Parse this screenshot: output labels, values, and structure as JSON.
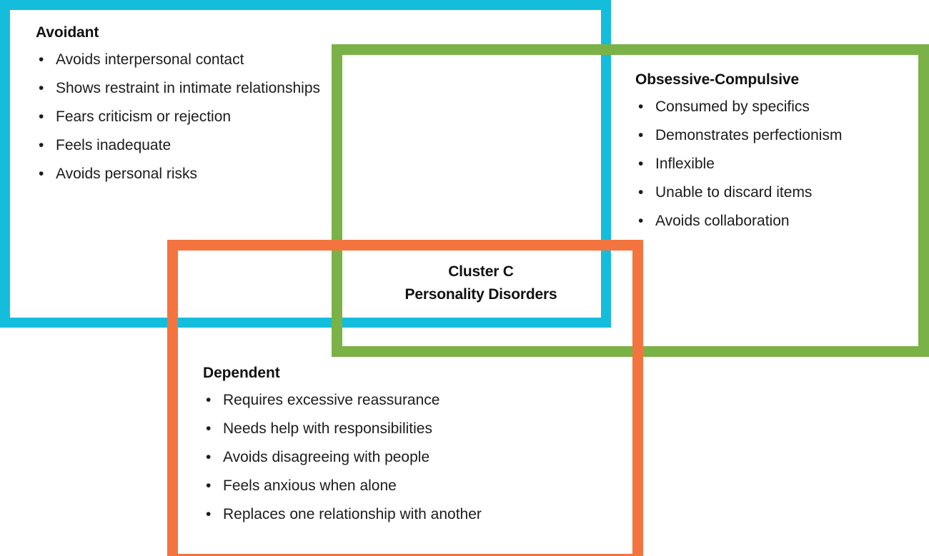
{
  "diagram": {
    "title": "Cluster C Personality Disorders",
    "type": "three-rectangle-venn",
    "center_label": {
      "line1": "Cluster C",
      "line2": "Personality Disorders"
    },
    "colors": {
      "avoidant_border": "#14bddc",
      "obsessive_compulsive_border": "#7ab248",
      "dependent_border": "#f4743f",
      "background": "#ffffff",
      "text": "#1a1a1a"
    },
    "groups": [
      {
        "id": "avoidant",
        "heading": "Avoidant",
        "color": "#14bddc",
        "items": [
          "Avoids interpersonal contact",
          "Shows restraint in intimate relationships",
          "Fears criticism or rejection",
          "Feels inadequate",
          "Avoids personal risks"
        ]
      },
      {
        "id": "obsessive-compulsive",
        "heading": "Obsessive-Compulsive",
        "color": "#7ab248",
        "items": [
          "Consumed by specifics",
          "Demonstrates perfectionism",
          "Inflexible",
          "Unable to discard items",
          "Avoids collaboration"
        ]
      },
      {
        "id": "dependent",
        "heading": "Dependent",
        "color": "#f4743f",
        "items": [
          "Requires excessive reassurance",
          "Needs help with responsibilities",
          "Avoids disagreeing with people",
          "Feels anxious when alone",
          "Replaces one relationship with another"
        ]
      }
    ],
    "bullet_glyph": "•"
  }
}
